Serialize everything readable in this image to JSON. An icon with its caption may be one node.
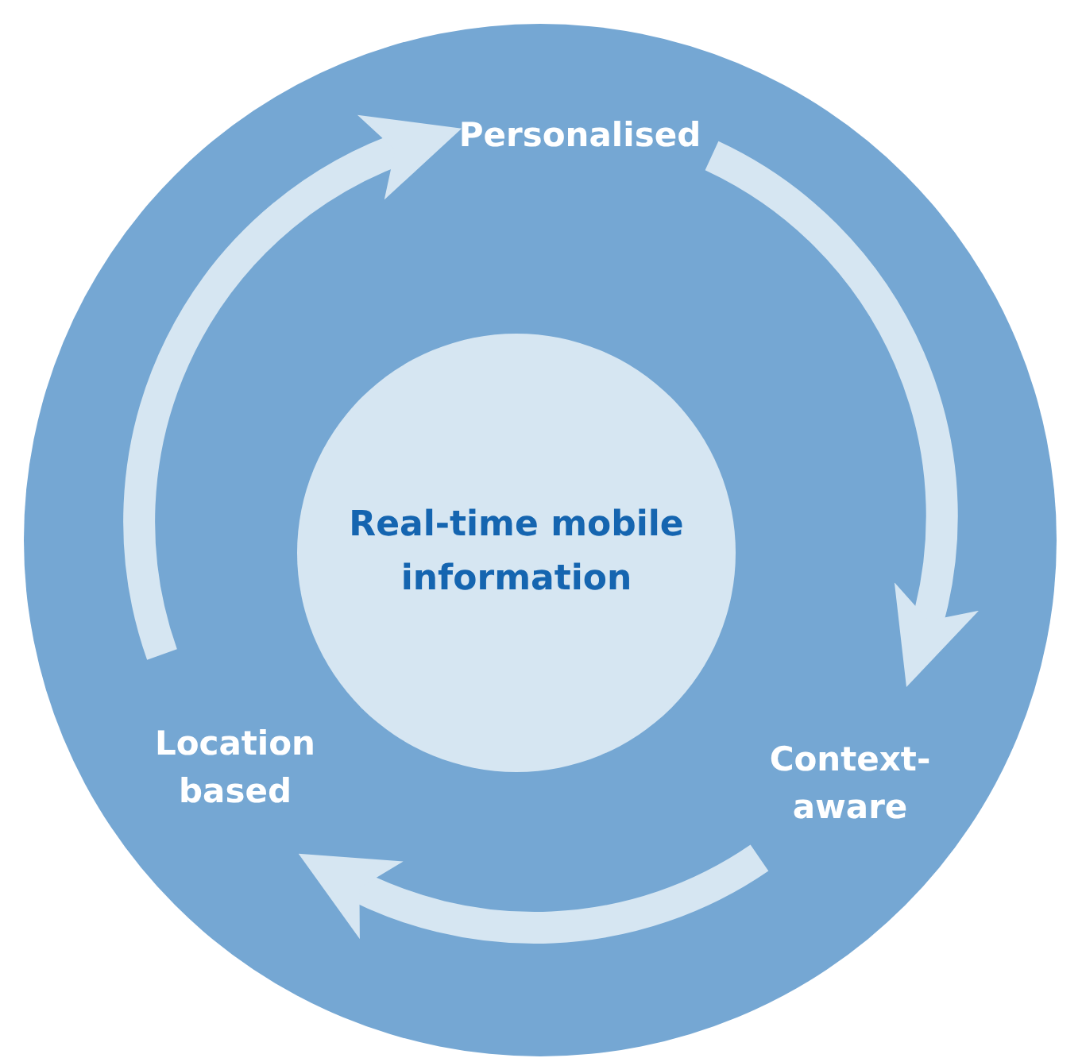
{
  "diagram": {
    "nodes": [
      {
        "text": [],
        "shape": "circle"
      },
      {
        "text": [
          "Real-time mobile information"
        ],
        "in": 0
      },
      {
        "text": [
          "Personalised"
        ],
        "in": 0
      },
      {
        "text": [
          "Context-aware"
        ],
        "in": 0
      },
      {
        "text": [
          "Location based"
        ],
        "in": 0
      }
    ],
    "edges": [
      {
        "from": 4,
        "to": 2,
        "arrow": "to"
      },
      {
        "from": 2,
        "to": 3,
        "arrow": "to"
      },
      {
        "from": 3,
        "to": 4,
        "arrow": "to"
      }
    ]
  }
}
